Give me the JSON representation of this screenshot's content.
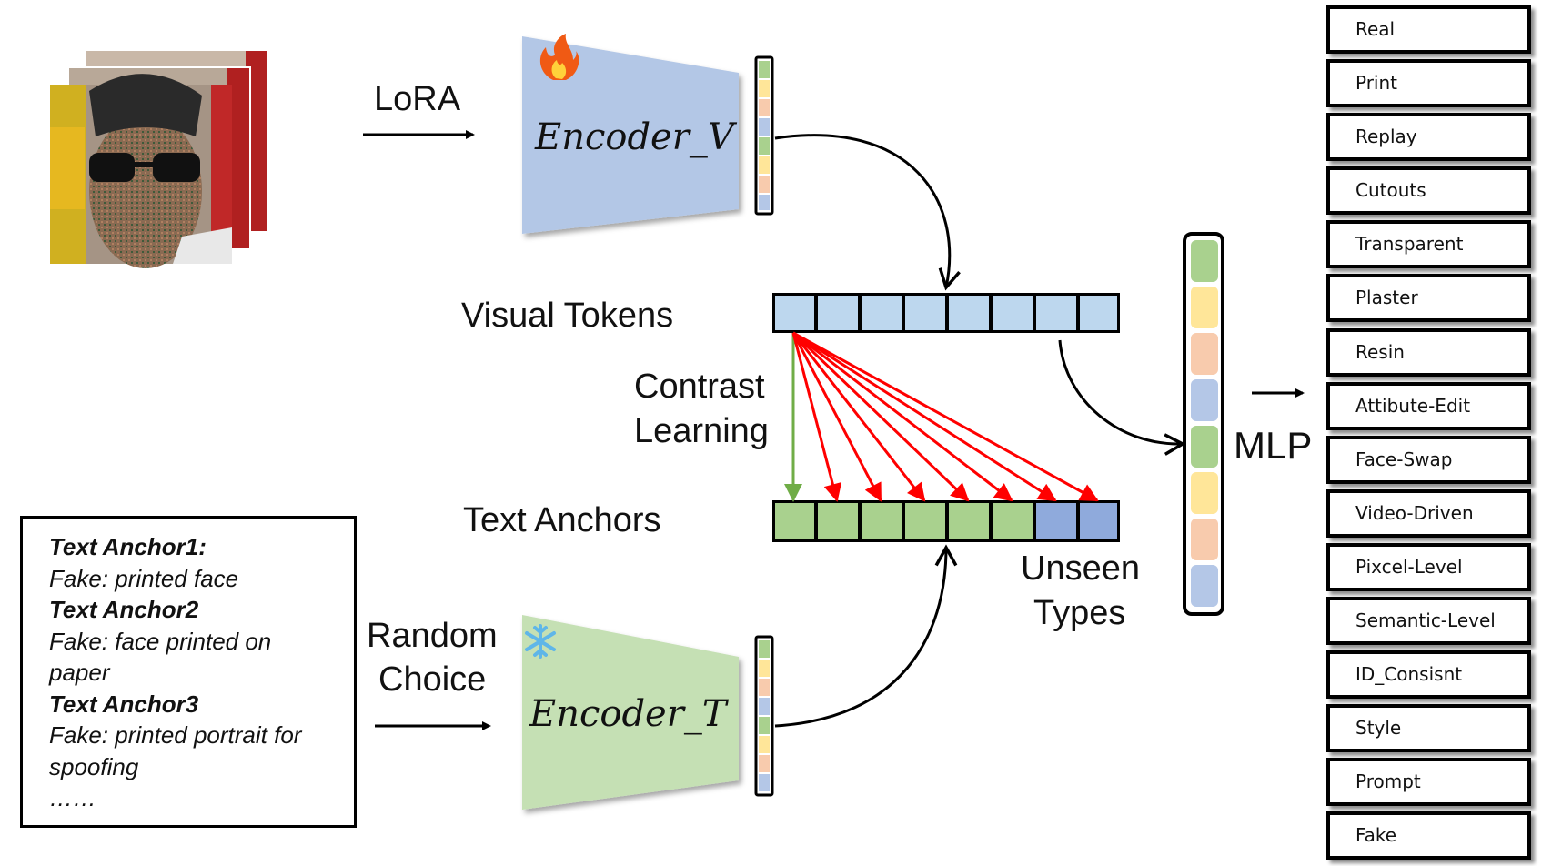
{
  "labels": {
    "lora": "LoRA",
    "encoder_v": "Encoder_V",
    "encoder_t": "Encoder_T",
    "visual_tokens": "Visual Tokens",
    "contrast_line1": "Contrast",
    "contrast_line2": "Learning",
    "text_anchors": "Text Anchors",
    "unseen_line1": "Unseen",
    "unseen_line2": "Types",
    "random_line1": "Random",
    "random_line2": "Choice",
    "mlp": "MLP"
  },
  "icons": {
    "encoder_v": "fire-icon",
    "encoder_t": "snowflake-icon"
  },
  "text_anchor_box": {
    "entries": [
      {
        "heading": "Text Anchor1:",
        "body": "Fake: printed face"
      },
      {
        "heading": "Text Anchor2",
        "body_lines": [
          "Fake: face printed on",
          "paper"
        ]
      },
      {
        "heading": "Text Anchor3",
        "body_lines": [
          "Fake: printed portrait for",
          "spoofing"
        ]
      }
    ],
    "ellipsis": "……"
  },
  "classes": [
    "Real",
    "Print",
    "Replay",
    "Cutouts",
    "Transparent",
    "Plaster",
    "Resin",
    "Attibute-Edit",
    "Face-Swap",
    "Video-Driven",
    "Pixcel-Level",
    "Semantic-Level",
    "ID_Consisnt",
    "Style",
    "Prompt",
    "Fake"
  ],
  "colors": {
    "encoder_v": "#b3c7e6",
    "encoder_t": "#c5e0b4",
    "visual_token": "#bdd7ee",
    "text_anchor_seen": "#a9d18e",
    "text_anchor_unseen": "#8faadc",
    "positive_arrow": "#70ad47",
    "negative_arrow": "#ff0000"
  }
}
